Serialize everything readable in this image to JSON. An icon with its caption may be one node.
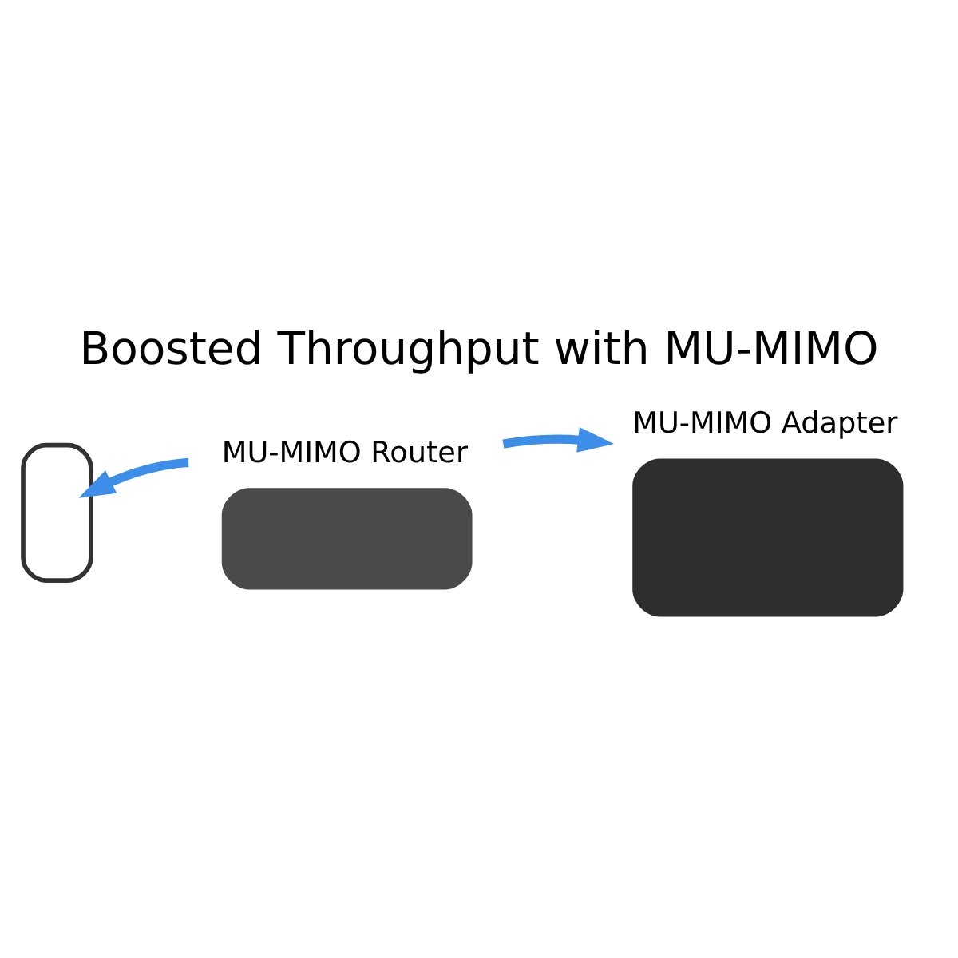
{
  "diagram": {
    "title": "Boosted Throughput with MU-MIMO",
    "nodes": [
      {
        "text": [],
        "shape": "box"
      },
      {
        "text": [
          "MU-MIMO Router"
        ]
      },
      {
        "text": [
          "MU-MIMO Adapter"
        ]
      }
    ],
    "edges": [
      {
        "from": 1,
        "to": 0,
        "arrow": "to"
      },
      {
        "from": 1,
        "to": 2,
        "arrow": "to"
      }
    ]
  }
}
